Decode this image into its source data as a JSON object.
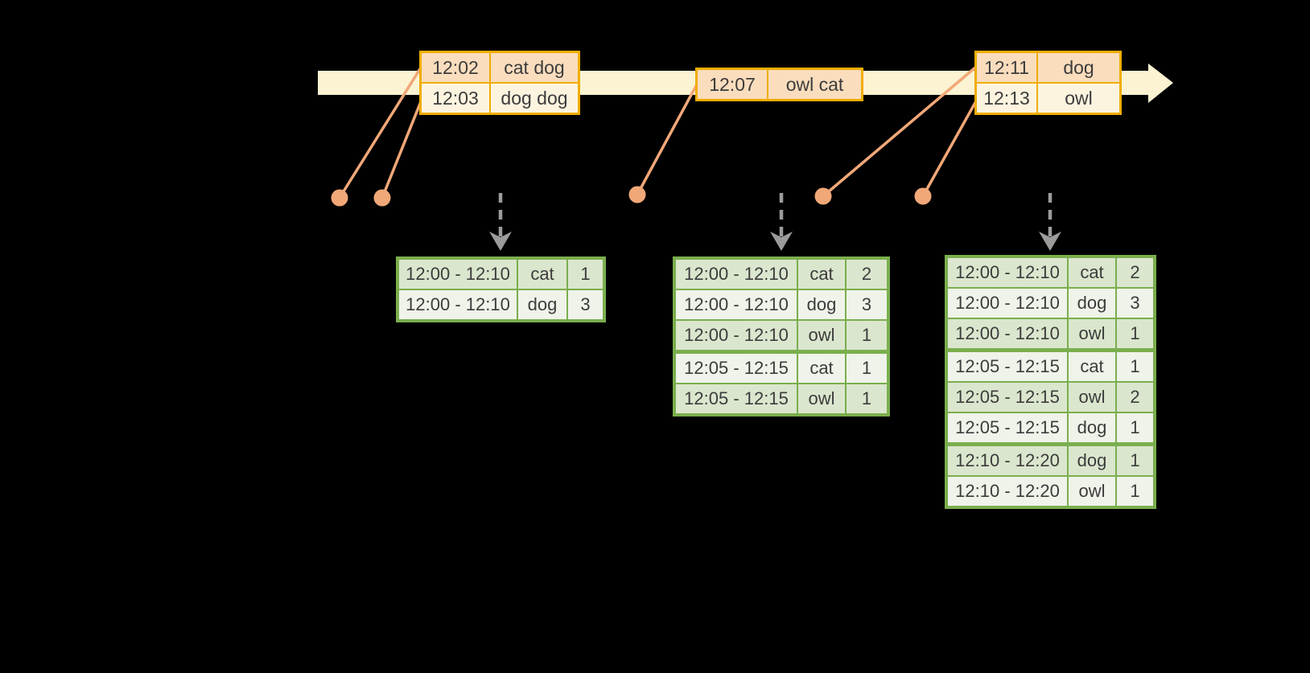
{
  "colors": {
    "background": "#000000",
    "timeline_band": "#FCF3D2",
    "event_border": "#F0AD00",
    "event_row_dark": "#FADDBD",
    "event_row_light": "#FDF4E0",
    "connector": "#F1A878",
    "dashed_arrow": "#9B9B9B",
    "result_border": "#7AAE4D",
    "result_row_dark": "#DBE6CE",
    "result_row_light": "#EFF3EA",
    "text": "#3C3C3C"
  },
  "icons": {
    "timeline_arrow": "right-arrow-band",
    "event_marker": "dot",
    "trigger_arrow": "dashed-down-arrow"
  },
  "event_tables": [
    {
      "rows": [
        {
          "time": "12:02",
          "words": "cat dog"
        },
        {
          "time": "12:03",
          "words": "dog dog"
        }
      ]
    },
    {
      "rows": [
        {
          "time": "12:07",
          "words": "owl cat"
        }
      ]
    },
    {
      "rows": [
        {
          "time": "12:11",
          "words": "dog"
        },
        {
          "time": "12:13",
          "words": "owl"
        }
      ]
    }
  ],
  "result_tables": [
    {
      "rows": [
        {
          "window": "12:00 - 12:10",
          "word": "cat",
          "count": "1"
        },
        {
          "window": "12:00 - 12:10",
          "word": "dog",
          "count": "3"
        }
      ]
    },
    {
      "rows": [
        {
          "window": "12:00 - 12:10",
          "word": "cat",
          "count": "2"
        },
        {
          "window": "12:00 - 12:10",
          "word": "dog",
          "count": "3"
        },
        {
          "window": "12:00 - 12:10",
          "word": "owl",
          "count": "1"
        },
        {
          "window": "12:05 - 12:15",
          "word": "cat",
          "count": "1"
        },
        {
          "window": "12:05 - 12:15",
          "word": "owl",
          "count": "1"
        }
      ]
    },
    {
      "rows": [
        {
          "window": "12:00 - 12:10",
          "word": "cat",
          "count": "2"
        },
        {
          "window": "12:00 - 12:10",
          "word": "dog",
          "count": "3"
        },
        {
          "window": "12:00 - 12:10",
          "word": "owl",
          "count": "1"
        },
        {
          "window": "12:05 - 12:15",
          "word": "cat",
          "count": "1"
        },
        {
          "window": "12:05 - 12:15",
          "word": "owl",
          "count": "2"
        },
        {
          "window": "12:05 - 12:15",
          "word": "dog",
          "count": "1"
        },
        {
          "window": "12:10 - 12:20",
          "word": "dog",
          "count": "1"
        },
        {
          "window": "12:10 - 12:20",
          "word": "owl",
          "count": "1"
        }
      ]
    }
  ]
}
